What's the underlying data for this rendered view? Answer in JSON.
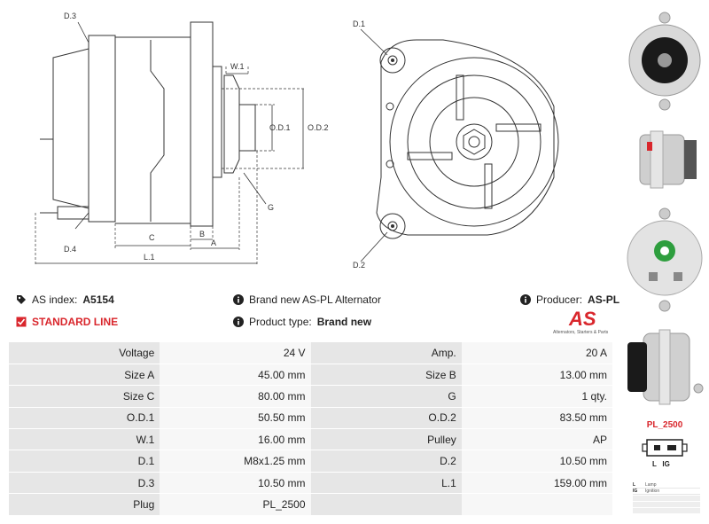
{
  "drawing": {
    "labels": {
      "d3": "D.3",
      "d4": "D.4",
      "d1": "D.1",
      "d2": "D.2",
      "w1": "W.1",
      "od1": "O.D.1",
      "od2": "O.D.2",
      "g": "G",
      "b": "B",
      "a": "A",
      "c": "C",
      "l1": "L.1"
    }
  },
  "info": {
    "as_index_label": "AS index:",
    "as_index_value": "A5154",
    "description": "Brand new AS-PL Alternator",
    "producer_label": "Producer:",
    "producer_value": "AS-PL",
    "line": "STANDARD LINE",
    "product_type_label": "Product type:",
    "product_type_value": "Brand new",
    "logo_text": "AS",
    "logo_tagline": "Alternators, Starters & Parts"
  },
  "specs": [
    [
      "Voltage",
      "24 V",
      "Amp.",
      "20 A"
    ],
    [
      "Size A",
      "45.00 mm",
      "Size B",
      "13.00 mm"
    ],
    [
      "Size C",
      "80.00 mm",
      "G",
      "1 qty."
    ],
    [
      "O.D.1",
      "50.50 mm",
      "O.D.2",
      "83.50 mm"
    ],
    [
      "W.1",
      "16.00 mm",
      "Pulley",
      "AP"
    ],
    [
      "D.1",
      "M8x1.25 mm",
      "D.2",
      "10.50 mm"
    ],
    [
      "D.3",
      "10.50 mm",
      "L.1",
      "159.00 mm"
    ],
    [
      "Plug",
      "PL_2500",
      "",
      ""
    ]
  ],
  "plug": {
    "title": "PL_2500",
    "pin_labels": "L   IG",
    "legend": [
      {
        "key": "L",
        "value": "Lamp"
      },
      {
        "key": "IG",
        "value": "Ignition"
      }
    ]
  },
  "colors": {
    "accent_red": "#d9262c",
    "label_bg": "#e6e6e6",
    "value_bg": "#f7f7f7"
  },
  "icons": [
    "tag-icon",
    "info-icon",
    "check-square-icon"
  ]
}
